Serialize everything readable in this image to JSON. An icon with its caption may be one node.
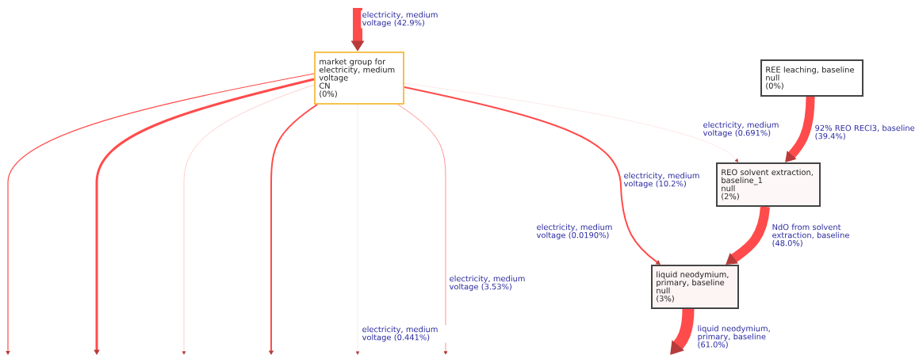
{
  "diagram": {
    "nodes": [
      {
        "text": [
          "market group for electricity, medium voltage",
          "CN",
          "(0%)"
        ]
      },
      {
        "text": [
          "REE leaching, baseline",
          "null",
          "(0%)"
        ]
      },
      {
        "text": [
          "REO solvent extraction, baseline_1",
          "null",
          "(2%)"
        ]
      },
      {
        "text": [
          "liquid neodymium, primary, baseline",
          "null",
          "(3%)"
        ]
      }
    ],
    "edges": [
      {
        "from": null,
        "to": 0,
        "arrow": "to",
        "style": "thick",
        "label": "electricity, medium voltage (42.9%)"
      },
      {
        "from": 0,
        "to": null,
        "arrow": "to"
      },
      {
        "from": 0,
        "to": null,
        "arrow": "to"
      },
      {
        "from": 0,
        "to": null,
        "arrow": "to",
        "color": "#ffc4c4"
      },
      {
        "from": 0,
        "to": null,
        "arrow": "to"
      },
      {
        "from": 0,
        "to": null,
        "arrow": "to",
        "label": "electricity, medium voltage (0.441%)",
        "color": "#f6e0e0"
      },
      {
        "from": 0,
        "to": null,
        "arrow": "to",
        "label": "electricity, medium voltage (3.53%)",
        "color": "#ff9090"
      },
      {
        "from": 0,
        "to": 3,
        "arrow": "to",
        "label": "electricity, medium voltage (10.2%)"
      },
      {
        "from": 0,
        "to": 2,
        "arrow": "to",
        "label": "electricity, medium voltage (0.691%)",
        "color": "#ffd8d8"
      },
      {
        "from": 1,
        "to": 2,
        "arrow": "to",
        "style": "thick",
        "label": "92% REO RECl3, baseline (39.4%)"
      },
      {
        "from": 2,
        "to": 3,
        "arrow": "to",
        "style": "thick",
        "label": "NdO from solvent extraction, baseline (48.0%)"
      },
      {
        "from": 3,
        "to": null,
        "arrow": "to",
        "style": "thick",
        "label": "liquid neodymium, primary, baseline (61.0%)"
      }
    ],
    "labels": [
      "electricity, medium voltage (0.0190%)"
    ]
  }
}
